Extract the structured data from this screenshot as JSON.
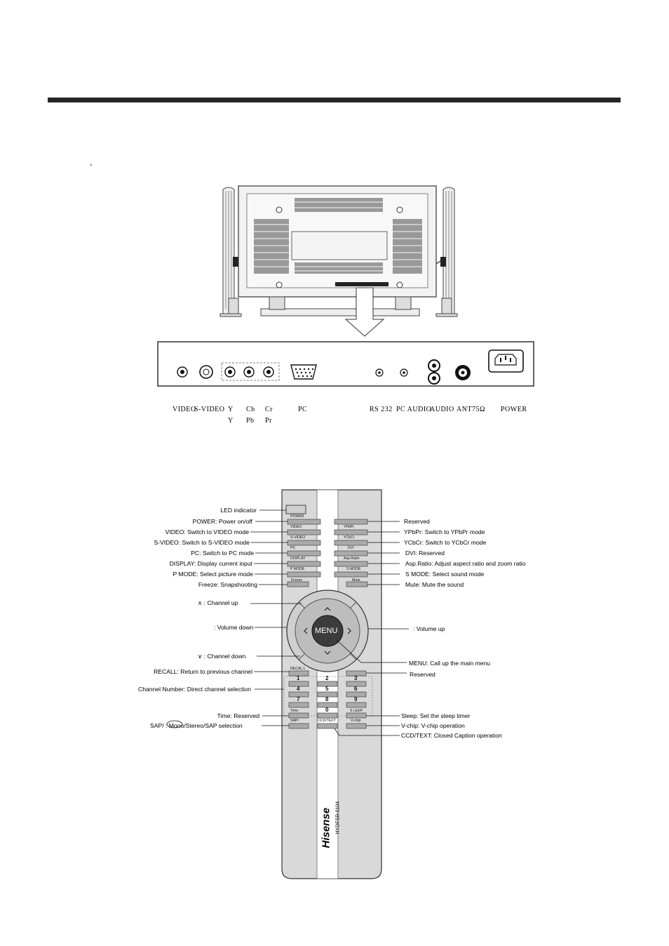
{
  "page": {
    "mark": ","
  },
  "back_panel": {
    "connectors": [
      {
        "id": "video",
        "row1": "VIDEO",
        "row2": ""
      },
      {
        "id": "svideo",
        "row1": "S-VIDEO",
        "row2": ""
      },
      {
        "id": "y",
        "row1": "Y",
        "row2": "Y"
      },
      {
        "id": "cb",
        "row1": "Cb",
        "row2": "Pb"
      },
      {
        "id": "cr",
        "row1": "Cr",
        "row2": "Pr"
      },
      {
        "id": "pc",
        "row1": "PC",
        "row2": ""
      },
      {
        "id": "rs232",
        "row1": "RS 232",
        "row2": ""
      },
      {
        "id": "pcaudio",
        "row1": "PC AUDIO",
        "row2": ""
      },
      {
        "id": "audio",
        "row1": "AUDIO",
        "row2": ""
      },
      {
        "id": "ant",
        "row1": "ANT75Ω",
        "row2": ""
      },
      {
        "id": "power",
        "row1": "POWER",
        "row2": ""
      }
    ]
  },
  "remote": {
    "brand": "Hisense",
    "model": "HYDFSR-0104",
    "menu_label": "MENU",
    "buttons": {
      "power": "POWER",
      "video": "VIDEO",
      "svideo": "S-VIDEO",
      "pc": "PC",
      "display": "DISPLAY",
      "pmode": "P MODE",
      "freeze": "Freeze",
      "ypbpr": "YPbPr",
      "ycbcr": "YCbCr",
      "dvi": "DVI",
      "aspratio": "Asp.Ratio",
      "smode": "S MODE",
      "mute": "Mute",
      "recall": "RECAL L",
      "time": "Time",
      "sap": "SAP/",
      "ccd": "CCD/TEXT",
      "sleep": "S LEEP",
      "vchip": "V-chip"
    },
    "digits": [
      "1",
      "2",
      "3",
      "4",
      "5",
      "6",
      "7",
      "8",
      "9",
      "0"
    ],
    "left_labels": [
      "LED indicator",
      "POWER: Power on/off",
      "VIDEO: Switch to VIDEO mode",
      "S-VIDEO: Switch to S-VIDEO mode",
      "PC: Switch to PC mode",
      "DISPLAY: Display current input",
      "P MODE: Select picture mode",
      "Freeze: Snapshooting",
      "∧  : Channel up",
      ": Volume down",
      "∨  : Channel down",
      "RECALL: Return to previous channel",
      "Channel Number: Direct channel selection",
      "Time: Reserved",
      "SAP/      : Mono/Stereo/SAP selection"
    ],
    "right_labels": [
      "Reserved",
      "YPbPr: Switch to YPbPr mode",
      "YCbCr: Switch to YCbCr mode",
      "DVI: Reserved",
      "Asp.Ratio: Adjust aspect ratio and zoom ratio",
      "S MODE: Select sound mode",
      "Mute: Mute the sound",
      ": Volume up",
      "MENU: Call up the main menu",
      "Reserved",
      "Sleep: Set the sleep timer",
      "V-chip: V-chip operation",
      "CCD/TEXT: Closed Caption operation"
    ]
  }
}
